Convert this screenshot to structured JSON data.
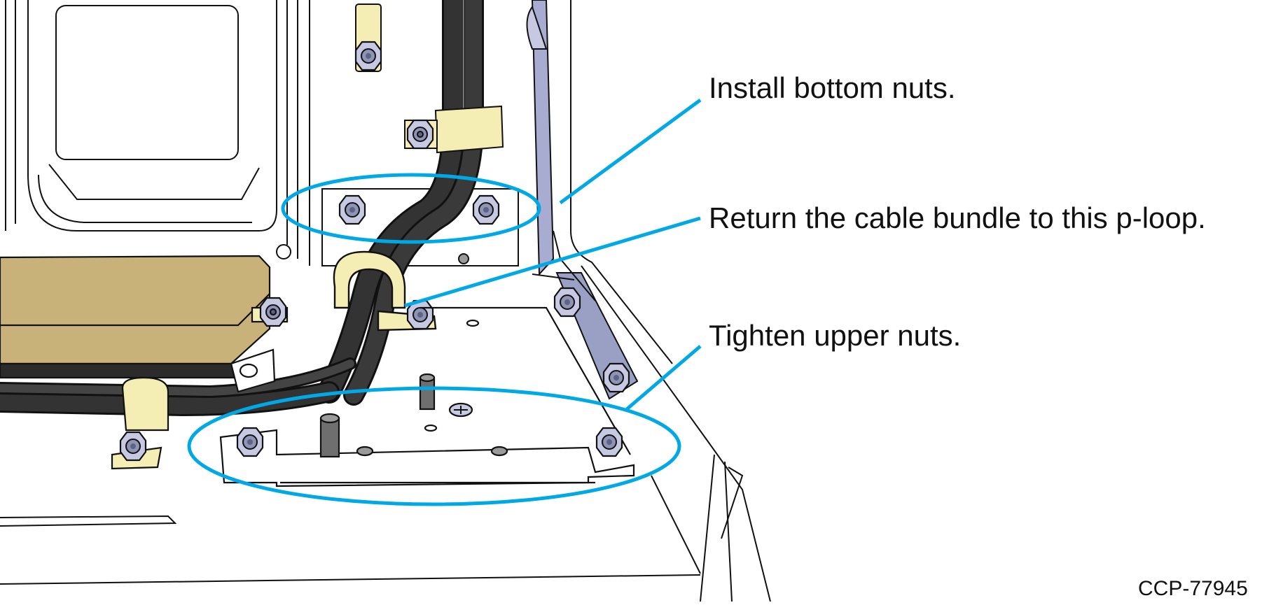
{
  "callouts": {
    "bottom_nuts": "Install bottom nuts.",
    "p_loop": "Return the cable bundle to this p-loop.",
    "upper_nuts": "Tighten upper nuts."
  },
  "figure_id": "CCP-77945",
  "colors": {
    "callout": "#00a9e6",
    "cable": "#2b2b2b",
    "p_loop": "#f5eeb4",
    "bracket": "#9aa0c4",
    "nut": "#c7c9e3",
    "module": "#c9b27a",
    "line": "#111111"
  }
}
